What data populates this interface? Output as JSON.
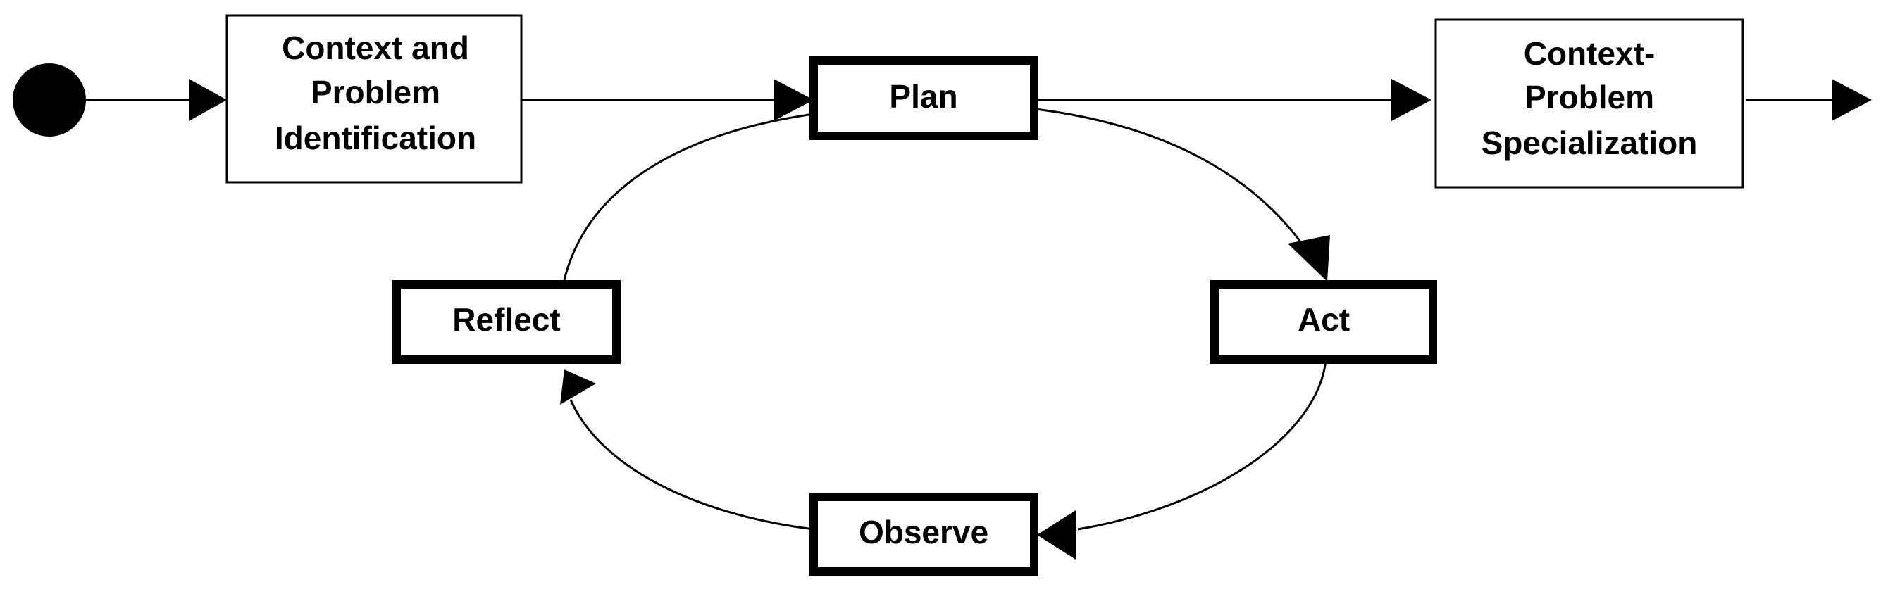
{
  "diagram": {
    "nodes": {
      "context_problem_identification": {
        "lines": [
          "Context and",
          "Problem",
          "Identification"
        ]
      },
      "plan": {
        "label": "Plan"
      },
      "act": {
        "label": "Act"
      },
      "observe": {
        "label": "Observe"
      },
      "reflect": {
        "label": "Reflect"
      },
      "context_problem_specialization": {
        "lines": [
          "Context-",
          "Problem",
          "Specialization"
        ]
      }
    },
    "colors": {
      "stroke": "#000000",
      "fill": "#ffffff",
      "text": "#000000"
    }
  }
}
